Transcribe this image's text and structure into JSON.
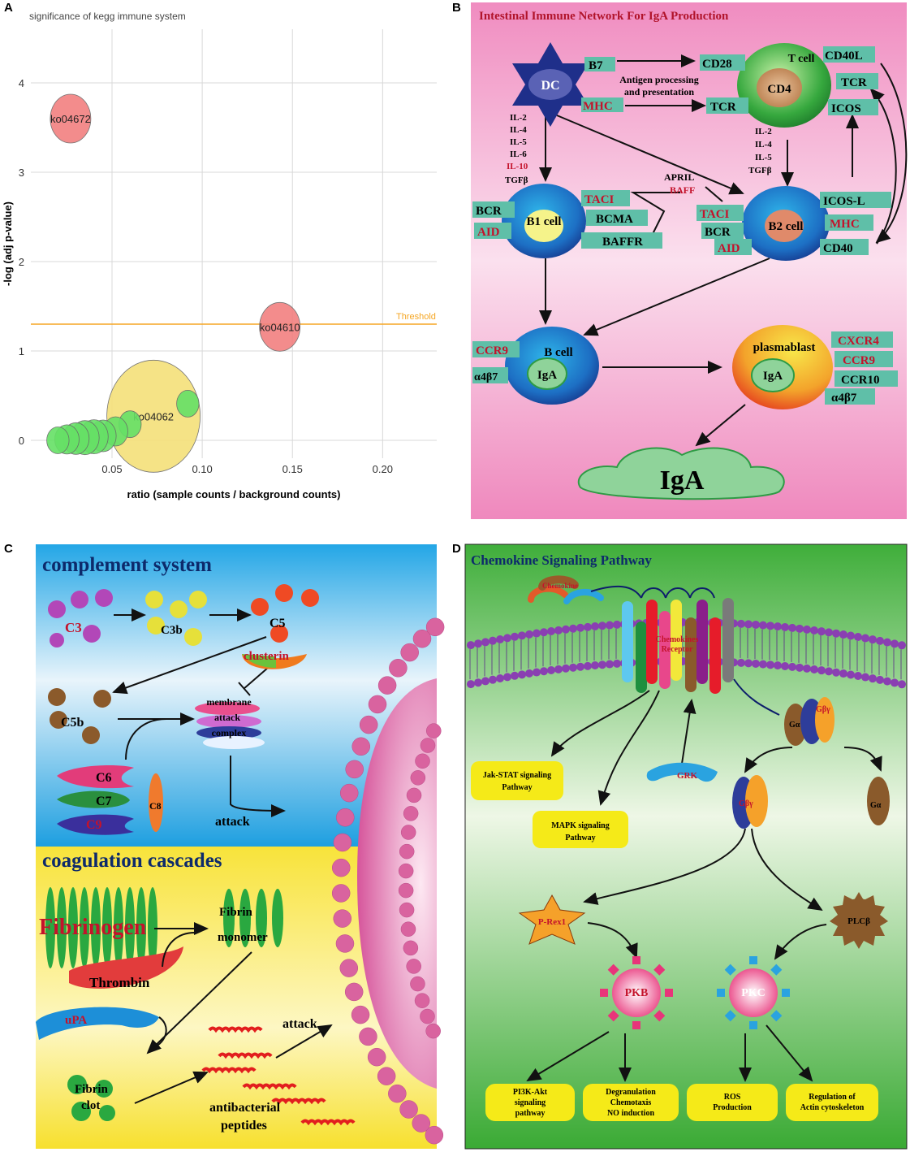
{
  "panel_labels": [
    "A",
    "B",
    "C",
    "D"
  ],
  "panel_a": {
    "chart_data": {
      "type": "scatter",
      "title": "significance of kegg immune system",
      "xlabel": "ratio (sample counts / background counts)",
      "ylabel": "-log (adj p-value)",
      "xlim": [
        0.005,
        0.23
      ],
      "ylim": [
        -0.2,
        4.6
      ],
      "xticks": [
        "0.05",
        "0.10",
        "0.15",
        "0.20"
      ],
      "xtick_values": [
        0.05,
        0.1,
        0.15,
        0.2
      ],
      "yticks": [
        "0",
        "1",
        "2",
        "3",
        "4"
      ],
      "ytick_values": [
        0,
        1,
        2,
        3,
        4
      ],
      "grid": true,
      "threshold": {
        "label": "Threshold",
        "value": 1.3,
        "color": "#f5a623"
      },
      "points": [
        {
          "x": 0.027,
          "y": 3.6,
          "size": 1.0,
          "color": "#f28080",
          "label": "ko04672"
        },
        {
          "x": 0.143,
          "y": 1.27,
          "size": 1.0,
          "color": "#f28080",
          "label": "ko04610"
        },
        {
          "x": 0.073,
          "y": 0.27,
          "size": 2.3,
          "color": "#f5e07a",
          "label": "ko04062"
        },
        {
          "x": 0.092,
          "y": 0.41,
          "size": 0.55,
          "color": "#66e066",
          "label": ""
        },
        {
          "x": 0.06,
          "y": 0.18,
          "size": 0.55,
          "color": "#66e066",
          "label": ""
        },
        {
          "x": 0.052,
          "y": 0.1,
          "size": 0.6,
          "color": "#66e066",
          "label": ""
        },
        {
          "x": 0.045,
          "y": 0.05,
          "size": 0.65,
          "color": "#66e066",
          "label": ""
        },
        {
          "x": 0.04,
          "y": 0.04,
          "size": 0.7,
          "color": "#66e066",
          "label": ""
        },
        {
          "x": 0.035,
          "y": 0.03,
          "size": 0.7,
          "color": "#66e066",
          "label": ""
        },
        {
          "x": 0.03,
          "y": 0.02,
          "size": 0.65,
          "color": "#66e066",
          "label": ""
        },
        {
          "x": 0.025,
          "y": 0.01,
          "size": 0.6,
          "color": "#66e066",
          "label": ""
        },
        {
          "x": 0.02,
          "y": 0.0,
          "size": 0.55,
          "color": "#66e066",
          "label": ""
        }
      ]
    }
  },
  "panel_b": {
    "title": "Intestinal Immune Network For IgA Production",
    "dc": "DC",
    "t_cell": "T cell",
    "cd4": "CD4",
    "b1_cell": "B1 cell",
    "b2_cell": "B2 cell",
    "b_cell": "B cell",
    "plasmablast": "plasmablast",
    "iga_inner": "IgA",
    "iga_big": "IgA",
    "antigen_text_1": "Antigen processing",
    "antigen_text_2": "and presentation",
    "dc_tags": [
      "B7",
      "MHC"
    ],
    "t_tags": [
      "CD28",
      "CD40L",
      "TCR",
      "TCR",
      "ICOS"
    ],
    "b1_tags": [
      "BCR",
      "AID",
      "TACI",
      "BCMA",
      "BAFFR"
    ],
    "b2_tags": [
      "TACI",
      "BCR",
      "AID",
      "ICOS-L",
      "MHC",
      "CD40"
    ],
    "bcell_tags": [
      "CCR9",
      "α4β7"
    ],
    "plasma_tags": [
      "CXCR4",
      "CCR9",
      "CCR10",
      "α4β7"
    ],
    "cytokines_left": [
      "IL-2",
      "IL-4",
      "IL-5",
      "IL-6",
      "IL-10",
      "TGFβ"
    ],
    "cytokines_right": [
      "IL-2",
      "IL-4",
      "IL-5",
      "TGFβ"
    ],
    "april": "APRIL",
    "baff": "BAFF"
  },
  "panel_c": {
    "complement_title": "complement system",
    "coag_title": "coagulation cascades",
    "c3": "C3",
    "c3b": "C3b",
    "c5": "C5",
    "c5b": "C5b",
    "clusterin": "clusterin",
    "mac_1": "membrane",
    "mac_2": "attack",
    "mac_3": "complex",
    "c6": "C6",
    "c7": "C7",
    "c8": "C8",
    "c9": "C9",
    "attack_1": "attack",
    "attack_2": "attack",
    "fibrinogen": "Fibrinogen",
    "thrombin": "Thrombin",
    "fibrin_monomer_1": "Fibrin",
    "fibrin_monomer_2": "monomer",
    "upa": "uPA",
    "fibrin_clot_1": "Fibrin",
    "fibrin_clot_2": "clot",
    "antibacterial_1": "antibacterial",
    "antibacterial_2": "peptides"
  },
  "panel_d": {
    "title": "Chemokine Signaling Pathway",
    "chemokine": "Chemokine",
    "receptor_1": "Chemokines",
    "receptor_2": "Receptor",
    "jak_1": "Jak-STAT signaling",
    "jak_2": "Pathway",
    "mapk_1": "MAPK signaling",
    "mapk_2": "Pathway",
    "grk": "GRK",
    "ga": "Gα",
    "gbg": "Gβγ",
    "gbg2": "Gβγ",
    "ga2": "Gα",
    "prex1": "P-Rex1",
    "plcb": "PLCβ",
    "pkb": "PKB",
    "pkc": "PKC",
    "pi3k_1": "PI3K-Akt",
    "pi3k_2": "signaling",
    "pi3k_3": "pathway",
    "degran_1": "Degranulation",
    "degran_2": "Chemotaxis",
    "degran_3": "NO induction",
    "ros_1": "ROS",
    "ros_2": "Production",
    "actin_1": "Regulation of",
    "actin_2": "Actin cytoskeleton"
  }
}
